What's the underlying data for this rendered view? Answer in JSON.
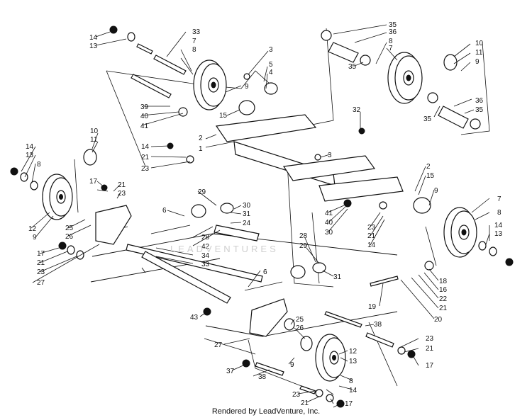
{
  "diagram": {
    "footer": "Rendered by LeadVenture, Inc.",
    "watermark": "LEADVENTURES",
    "callouts": [
      {
        "id": "c14a",
        "text": "14"
      },
      {
        "id": "c13a",
        "text": "13"
      },
      {
        "id": "c33a",
        "text": "33"
      },
      {
        "id": "c7a",
        "text": "7"
      },
      {
        "id": "c8a",
        "text": "8"
      },
      {
        "id": "c3a",
        "text": "3"
      },
      {
        "id": "c5a",
        "text": "5"
      },
      {
        "id": "c4a",
        "text": "4"
      },
      {
        "id": "c9a",
        "text": "9"
      },
      {
        "id": "c39",
        "text": "39"
      },
      {
        "id": "c40a",
        "text": "40"
      },
      {
        "id": "c41a",
        "text": "41"
      },
      {
        "id": "c15a",
        "text": "15"
      },
      {
        "id": "c35a",
        "text": "35"
      },
      {
        "id": "c36a",
        "text": "36"
      },
      {
        "id": "c8b",
        "text": "8"
      },
      {
        "id": "c7b",
        "text": "7"
      },
      {
        "id": "c35b",
        "text": "35"
      },
      {
        "id": "c10a",
        "text": "10"
      },
      {
        "id": "c11a",
        "text": "11"
      },
      {
        "id": "c9b",
        "text": "9"
      },
      {
        "id": "c36b",
        "text": "36"
      },
      {
        "id": "c35c",
        "text": "35"
      },
      {
        "id": "c35d",
        "text": "35"
      },
      {
        "id": "c32",
        "text": "32"
      },
      {
        "id": "c2a",
        "text": "2"
      },
      {
        "id": "c1",
        "text": "1"
      },
      {
        "id": "c14b",
        "text": "14"
      },
      {
        "id": "c21a",
        "text": "21"
      },
      {
        "id": "c23a",
        "text": "23"
      },
      {
        "id": "c3b",
        "text": "3"
      },
      {
        "id": "c10b",
        "text": "10"
      },
      {
        "id": "c11b",
        "text": "11"
      },
      {
        "id": "c14c",
        "text": "14"
      },
      {
        "id": "c13b",
        "text": "13"
      },
      {
        "id": "c8c",
        "text": "8"
      },
      {
        "id": "c17a",
        "text": "17"
      },
      {
        "id": "c21b",
        "text": "21"
      },
      {
        "id": "c23b",
        "text": "23"
      },
      {
        "id": "c6a",
        "text": "6"
      },
      {
        "id": "c29a",
        "text": "29"
      },
      {
        "id": "c30a",
        "text": "30"
      },
      {
        "id": "c31a",
        "text": "31"
      },
      {
        "id": "c24",
        "text": "24"
      },
      {
        "id": "c12a",
        "text": "12"
      },
      {
        "id": "c9c",
        "text": "9"
      },
      {
        "id": "c25a",
        "text": "25"
      },
      {
        "id": "c26a",
        "text": "26"
      },
      {
        "id": "c28a",
        "text": "28"
      },
      {
        "id": "c42",
        "text": "42"
      },
      {
        "id": "c34",
        "text": "34"
      },
      {
        "id": "c33b",
        "text": "33"
      },
      {
        "id": "c17b",
        "text": "17"
      },
      {
        "id": "c21c",
        "text": "21"
      },
      {
        "id": "c23c",
        "text": "23"
      },
      {
        "id": "c27a",
        "text": "27"
      },
      {
        "id": "c2b",
        "text": "2"
      },
      {
        "id": "c15b",
        "text": "15"
      },
      {
        "id": "c9d",
        "text": "9"
      },
      {
        "id": "c7c",
        "text": "7"
      },
      {
        "id": "c8d",
        "text": "8"
      },
      {
        "id": "c14d",
        "text": "14"
      },
      {
        "id": "c13c",
        "text": "13"
      },
      {
        "id": "c41b",
        "text": "41"
      },
      {
        "id": "c40b",
        "text": "40"
      },
      {
        "id": "c30b",
        "text": "30"
      },
      {
        "id": "c23d",
        "text": "23"
      },
      {
        "id": "c21d",
        "text": "21"
      },
      {
        "id": "c14e",
        "text": "14"
      },
      {
        "id": "c28b",
        "text": "28"
      },
      {
        "id": "c29b",
        "text": "29"
      },
      {
        "id": "c31b",
        "text": "31"
      },
      {
        "id": "c6b",
        "text": "6"
      },
      {
        "id": "c18",
        "text": "18"
      },
      {
        "id": "c16",
        "text": "16"
      },
      {
        "id": "c22",
        "text": "22"
      },
      {
        "id": "c21e",
        "text": "21"
      },
      {
        "id": "c20",
        "text": "20"
      },
      {
        "id": "c19",
        "text": "19"
      },
      {
        "id": "c43",
        "text": "43"
      },
      {
        "id": "c25b",
        "text": "25"
      },
      {
        "id": "c26b",
        "text": "26"
      },
      {
        "id": "c38a",
        "text": "38"
      },
      {
        "id": "c23e",
        "text": "23"
      },
      {
        "id": "c21f",
        "text": "21"
      },
      {
        "id": "c17c",
        "text": "17"
      },
      {
        "id": "c27b",
        "text": "27"
      },
      {
        "id": "c12b",
        "text": "12"
      },
      {
        "id": "c13d",
        "text": "13"
      },
      {
        "id": "c37",
        "text": "37"
      },
      {
        "id": "c38b",
        "text": "38"
      },
      {
        "id": "c9e",
        "text": "9"
      },
      {
        "id": "c8e",
        "text": "8"
      },
      {
        "id": "c14f",
        "text": "14"
      },
      {
        "id": "c23f",
        "text": "23"
      },
      {
        "id": "c21g",
        "text": "21"
      },
      {
        "id": "c17d",
        "text": "17"
      }
    ]
  }
}
